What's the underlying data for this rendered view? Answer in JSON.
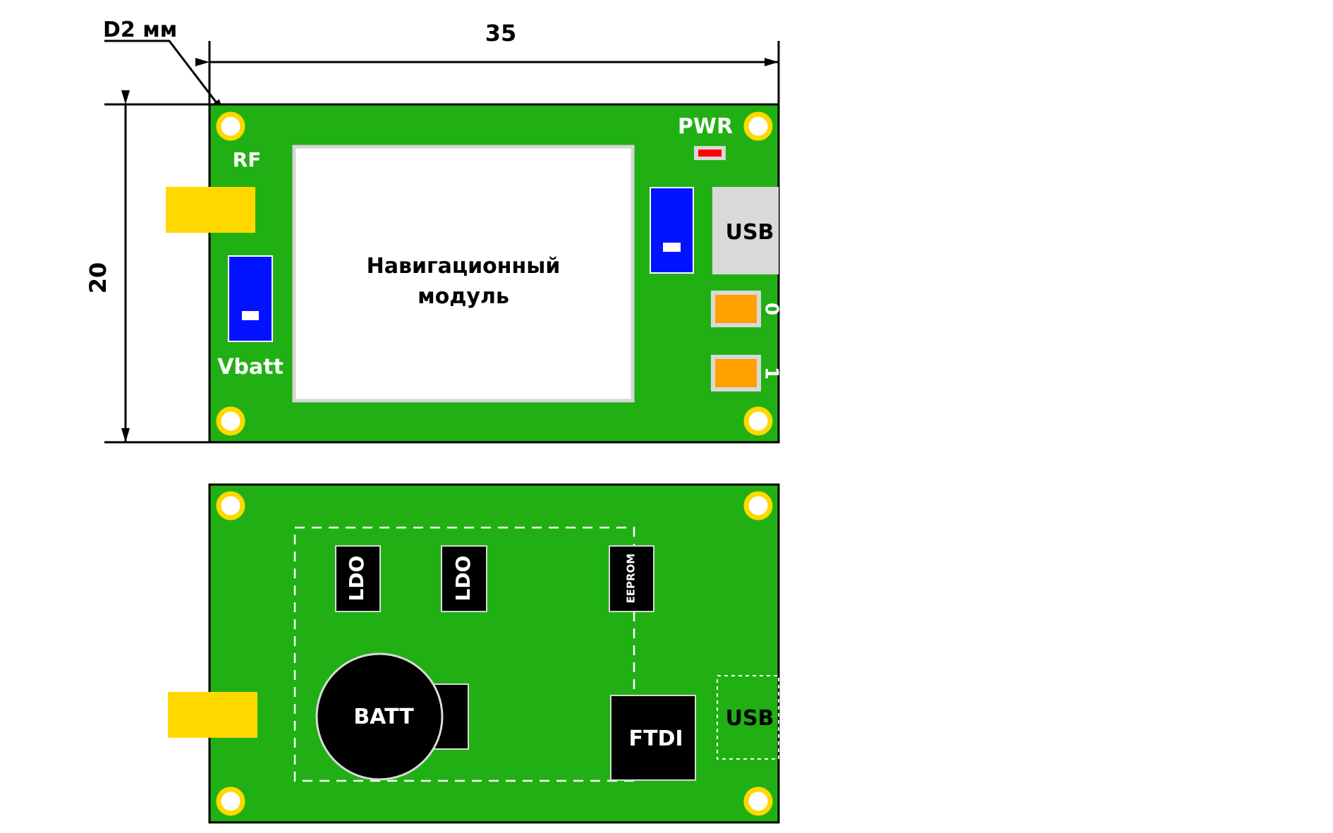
{
  "dimensions": {
    "width_label": "35",
    "height_label": "20",
    "hole_label": "D2 мм"
  },
  "top_view": {
    "module_label_line1": "Навигационный",
    "module_label_line2": "модуль",
    "rf_label": "RF",
    "vbatt_label": "Vbatt",
    "pwr_label": "PWR",
    "usb_label": "USB",
    "led0_label": "0",
    "led1_label": "1"
  },
  "bottom_view": {
    "ldo1_label": "LDO",
    "ldo2_label": "LDO",
    "eeprom_label": "EEPROM",
    "batt_label": "BATT",
    "ftdi_label": "FTDI",
    "usb_label": "USB"
  },
  "colors": {
    "pcb": "#21b014",
    "hole_ring": "#ffd800",
    "connector": "#ffd800",
    "switch": "#0012ff",
    "led_pad": "#ffa000",
    "pwr_led": "#ff0000",
    "usb_body": "#d9d9d9",
    "chip": "#000000"
  },
  "icons": [
    "mounting-hole-icon",
    "rf-connector-icon",
    "jumper-switch-icon",
    "usb-connector-icon",
    "led-icon",
    "battery-icon",
    "chip-icon"
  ]
}
